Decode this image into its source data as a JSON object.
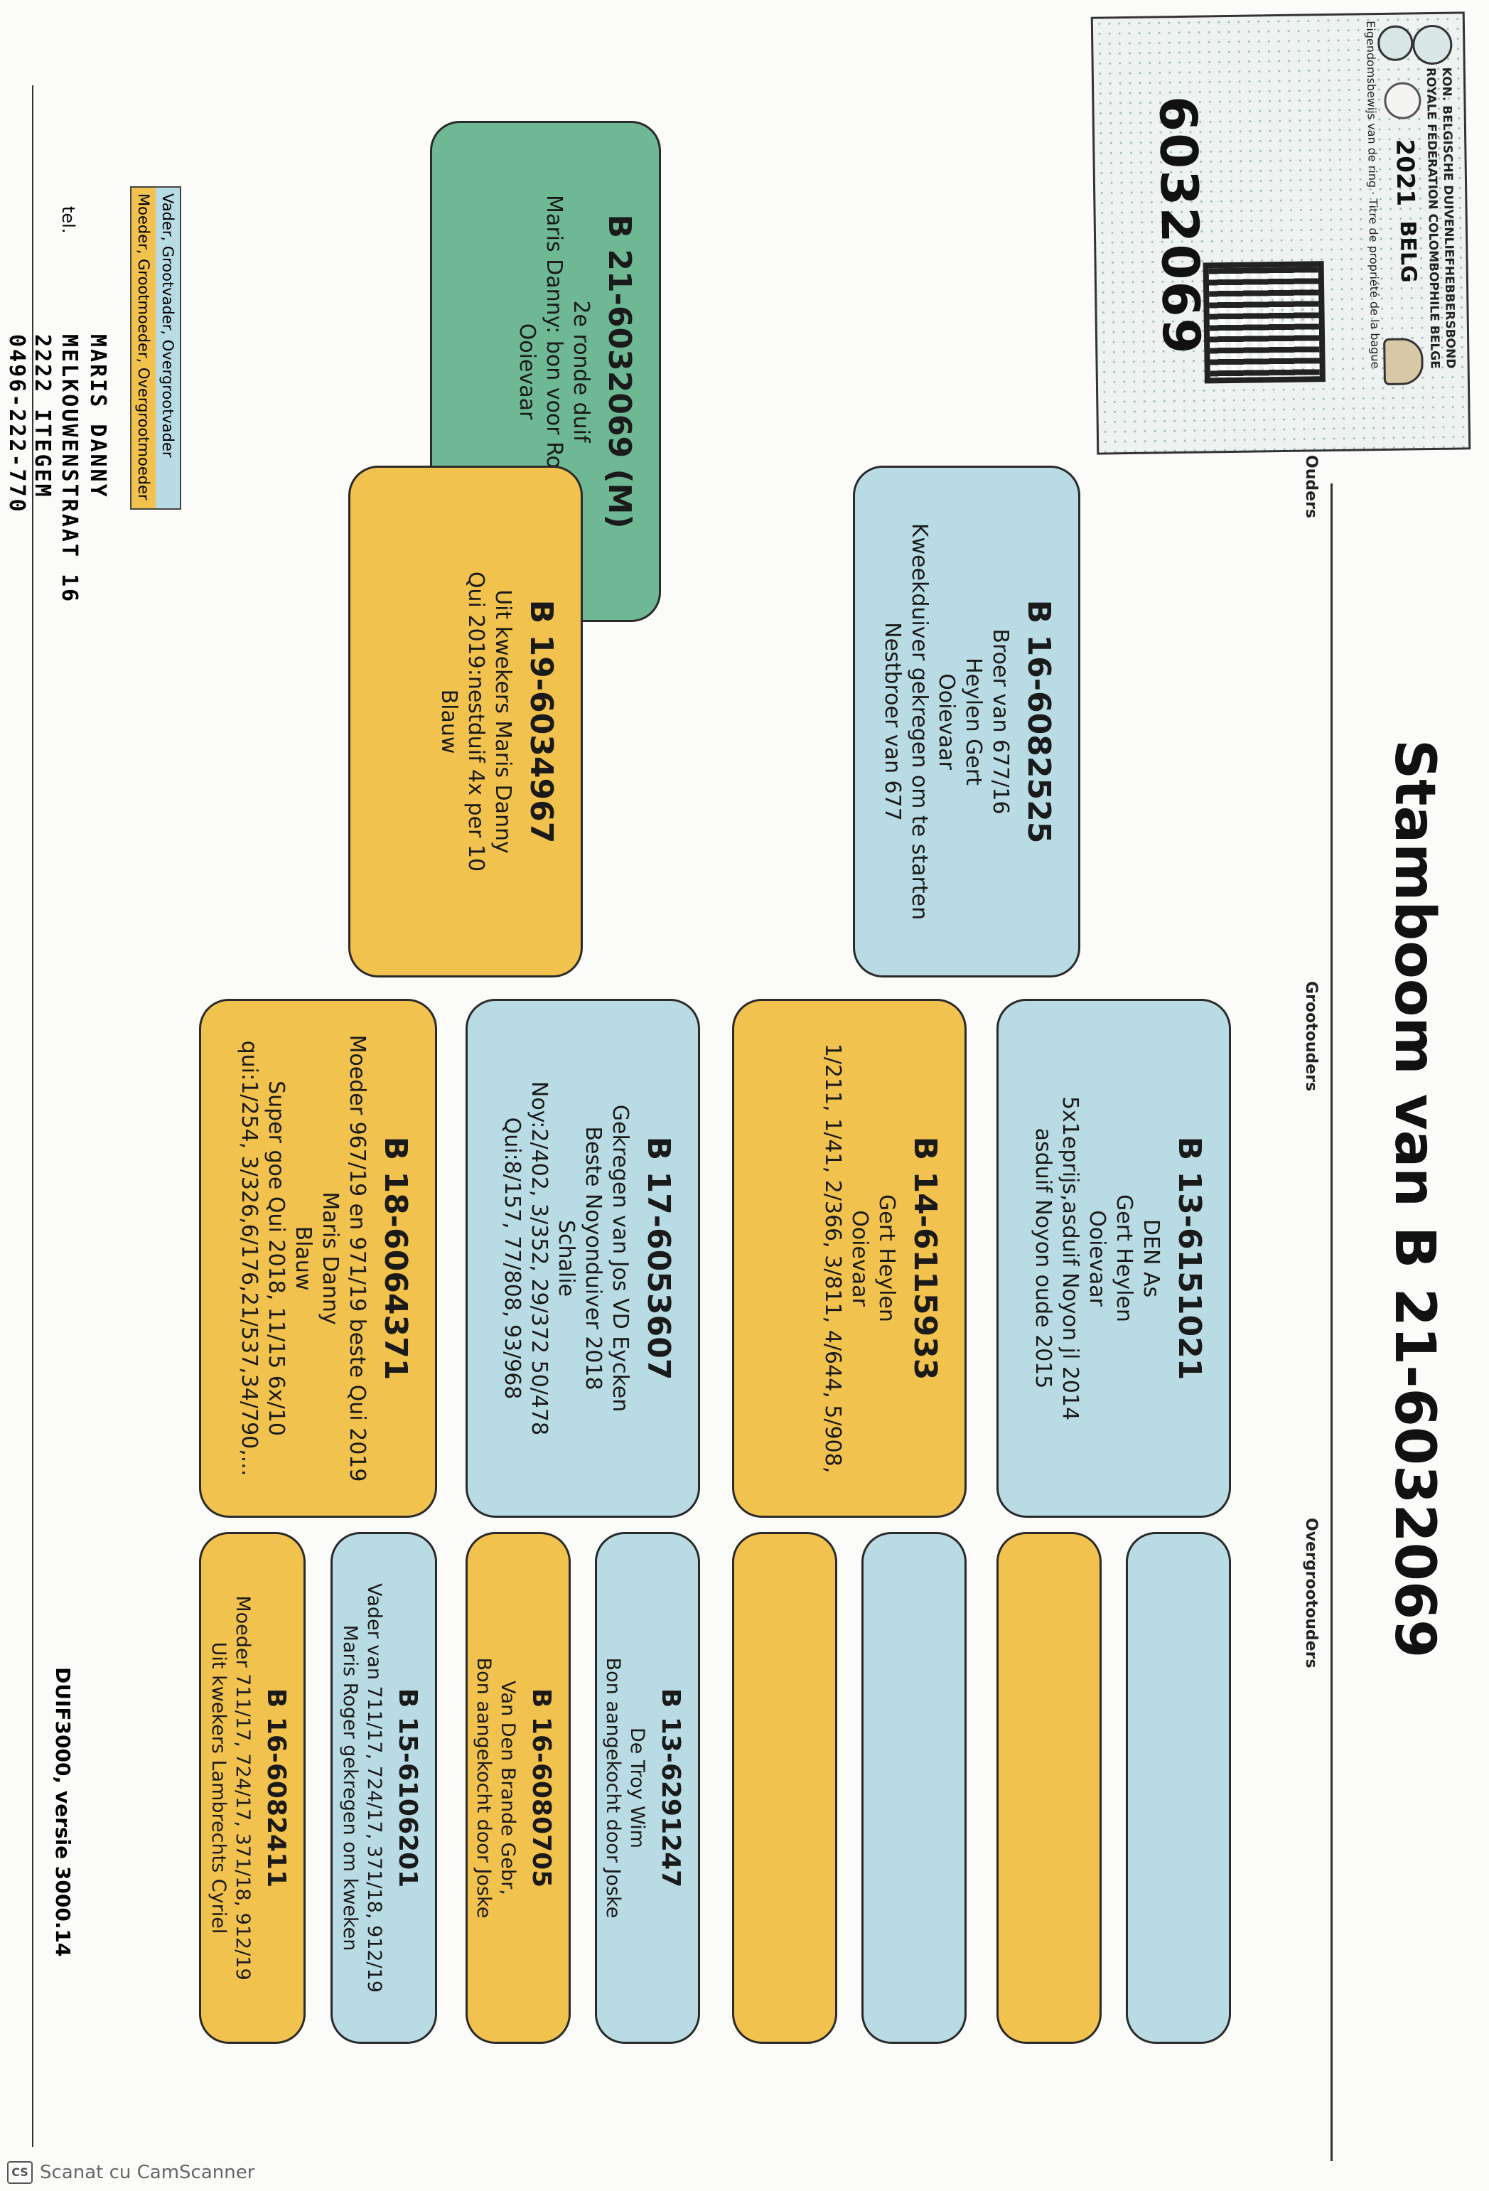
{
  "title": "Stamboom van B 21-6032069",
  "columns": {
    "parents": "Ouders",
    "grandparents": "Grootouders",
    "great_grandparents": "Overgrootouders"
  },
  "ring_card": {
    "org_line1": "KON. BELGISCHE DUIVENLIEFHEBBERSBOND",
    "org_line2": "ROYALE FÉDÉRATION COLOMBOPHILE BELGE",
    "year": "2021",
    "country": "BELG",
    "ownership": "Eigendomsbewijs van de ring · Titre de propriété de la bague",
    "ring_number": "6032069"
  },
  "subject": {
    "ring": "B 21-6032069 (M)",
    "lines": [
      "2e ronde duif",
      "Maris Danny: bon voor Roemenie",
      "Ooievaar"
    ]
  },
  "father": {
    "ring": "B 16-6082525",
    "lines": [
      "Broer van 677/16",
      "Heylen Gert",
      "Ooievaar",
      "Kweekduiver gekregen om te starten",
      "Nestbroer van 677"
    ]
  },
  "mother": {
    "ring": "B 19-6034967",
    "lines": [
      "Uit kwekers Maris Danny",
      "Qui 2019:nestduif 4x per 10",
      "Blauw"
    ]
  },
  "grandparents": [
    {
      "ring": "B 13-6151021",
      "lines": [
        "DEN As",
        "Gert Heylen",
        "Ooievaar",
        "5x1eprijs,asduif Noyon jl 2014",
        "asduif Noyon oude 2015"
      ]
    },
    {
      "ring": "B 14-6115933",
      "lines": [
        "Gert Heylen",
        "Ooievaar",
        "1/211, 1/41, 2/366, 3/811, 4/644, 5/908,"
      ]
    },
    {
      "ring": "B 17-6053607",
      "lines": [
        "Gekregen van Jos VD Eycken",
        "Beste Noyonduiver 2018",
        "Schalie",
        "Noy:2/402, 3/352, 29/372 50/478",
        "Qui:8/157, 77/808, 93/968"
      ]
    },
    {
      "ring": "B 18-6064371",
      "lines": [
        "Moeder 967/19 en 971/19 beste Qui 2019",
        "Maris Danny",
        "Blauw",
        "Super goe Qui 2018, 11/15  6x/10",
        "qui:1/254, 3/326,6/176,21/537,34/790,..."
      ]
    }
  ],
  "great_grandparents": [
    {
      "ring": "",
      "lines": []
    },
    {
      "ring": "",
      "lines": []
    },
    {
      "ring": "",
      "lines": []
    },
    {
      "ring": "",
      "lines": []
    },
    {
      "ring": "B 13-6291247",
      "lines": [
        "De Troy Wim",
        "Bon aangekocht door Joske"
      ]
    },
    {
      "ring": "B 16-6080705",
      "lines": [
        "Van Den Brande Gebr,",
        "Bon aangekocht door Joske"
      ]
    },
    {
      "ring": "B 15-6106201",
      "lines": [
        "Vader van 711/17, 724/17, 371/18, 912/19",
        "Maris Roger gekregen om kweken"
      ]
    },
    {
      "ring": "B 16-6082411",
      "lines": [
        "Moeder 711/17, 724/17, 371/18, 912/19",
        "Uit kwekers Lambrechts Cyriel"
      ]
    }
  ],
  "legend": {
    "male": "Vader, Grootvader, Overgrootvader",
    "female": "Moeder, Grootmoeder, Overgrootmoeder"
  },
  "owner": {
    "name": "MARIS DANNY",
    "street": "MELKOUWENSTRAAT 16",
    "city": "2222  ITEGEM",
    "phone": "0496-222-770",
    "tel_label": "tel."
  },
  "software": "DUIF3000, versie 3000.14",
  "scanner": "Scanat cu CamScanner",
  "colors": {
    "male": "#b9dbe3",
    "female": "#f1c24e",
    "subject": "#6fb894"
  }
}
